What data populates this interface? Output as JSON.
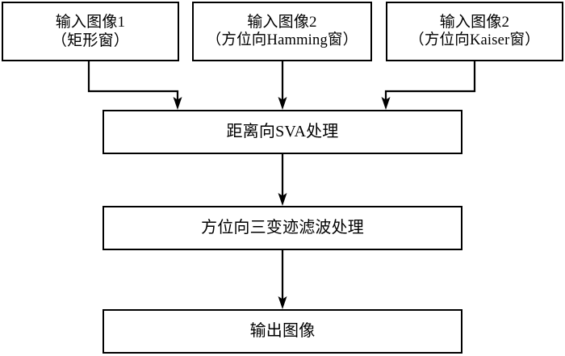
{
  "diagram": {
    "title": "SAR image sidelobe suppression processing flowchart",
    "type": "flowchart",
    "orientation": "top-to-bottom",
    "background_color": "#ffffff",
    "line_color": "#000000",
    "text_color": "#000000",
    "nodes": [
      {
        "id": "input-1",
        "role": "input",
        "line1": "输入图像1",
        "line2": "（矩形窗）"
      },
      {
        "id": "input-2",
        "role": "input",
        "line1": "输入图像2",
        "line2": "（方位向Hamming窗）"
      },
      {
        "id": "input-3",
        "role": "input",
        "line1": "输入图像2",
        "line2": "（方位向Kaiser窗）"
      },
      {
        "id": "sva",
        "role": "process",
        "line1": "距离向SVA处理"
      },
      {
        "id": "apodization",
        "role": "process",
        "line1": "方位向三变迹滤波处理"
      },
      {
        "id": "output",
        "role": "output",
        "line1": "输出图像"
      }
    ],
    "edges": [
      {
        "id": "edge-input1-sva",
        "from": "input-1",
        "to": "sva",
        "style": "elbow-right",
        "arrow": "down"
      },
      {
        "id": "edge-input2-sva",
        "from": "input-2",
        "to": "sva",
        "style": "straight",
        "arrow": "down"
      },
      {
        "id": "edge-input3-sva",
        "from": "input-3",
        "to": "sva",
        "style": "elbow-left",
        "arrow": "down"
      },
      {
        "id": "edge-sva-apo",
        "from": "sva",
        "to": "apodization",
        "style": "straight",
        "arrow": "down"
      },
      {
        "id": "edge-apo-output",
        "from": "apodization",
        "to": "output",
        "style": "straight",
        "arrow": "down"
      }
    ]
  }
}
